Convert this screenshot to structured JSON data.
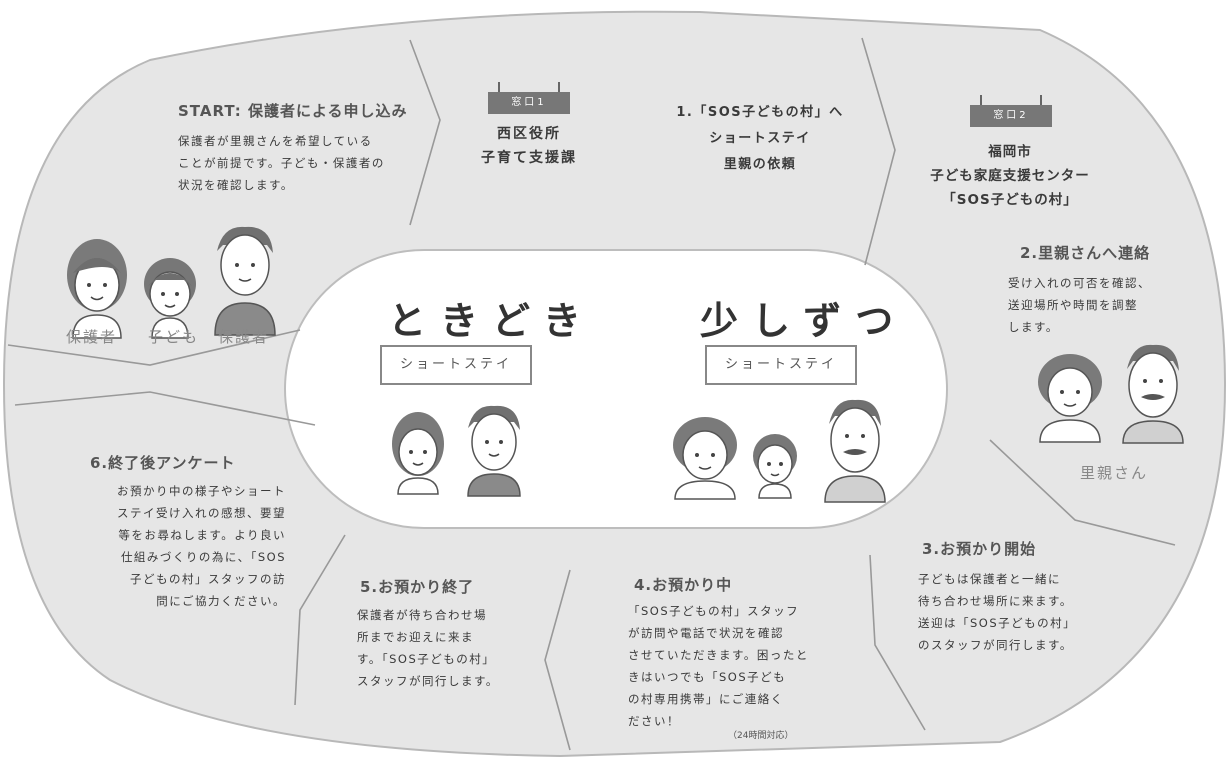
{
  "colors": {
    "panel": "#e6e6e6",
    "panel_border": "#b8b8b8",
    "divider": "#999999",
    "text": "#3a3a3a",
    "sign": "#777777"
  },
  "start": {
    "title": "START: 保護者による申し込み",
    "body": "保護者が里親さんを希望している\nことが前提です。子ども・保護者の\n状況を確認します。"
  },
  "window1": {
    "sign": "窓口1",
    "name": "西区役所\n子育て支援課"
  },
  "step1": {
    "body": "1.「SOS子どもの村」へ\nショートステイ\n里親の依頼"
  },
  "window2": {
    "sign": "窓口2",
    "name": "福岡市\n子ども家庭支援センター\n「SOS子どもの村」"
  },
  "step2": {
    "title": "2.里親さんへ連絡",
    "body": "受け入れの可否を確認、\n送迎場所や時間を調整\nします。"
  },
  "people_left_labels": [
    "保護者",
    "子ども",
    "保護者"
  ],
  "foster_label": "里親さん",
  "center_left": {
    "title": "ときどき",
    "tag": "ショートステイ"
  },
  "center_right": {
    "title": "少しずつ",
    "tag": "ショートステイ"
  },
  "step3": {
    "title": "3.お預かり開始",
    "body": "子どもは保護者と一緒に\n待ち合わせ場所に来ます。\n送迎は「SOS子どもの村」\nのスタッフが同行します。"
  },
  "step4": {
    "title": "4.お預かり中",
    "body": "「SOS子どもの村」スタッフ\nが訪問や電話で状況を確認\nさせていただきます。困ったと\nきはいつでも「SOS子ども\nの村専用携帯」にご連絡く\nださい！",
    "note": "（24時間対応）"
  },
  "step5": {
    "title": "5.お預かり終了",
    "body": "保護者が待ち合わせ場\n所までお迎えに来ま\nす。「SOS子どもの村」\nスタッフが同行します。"
  },
  "step6": {
    "title": "6.終了後アンケート",
    "body": "お預かり中の様子やショート\nステイ受け入れの感想、要望\n等をお尋ねします。より良い\n仕組みづくりの為に、「SOS\n子どもの村」スタッフの訪\n問にご協力ください。"
  }
}
